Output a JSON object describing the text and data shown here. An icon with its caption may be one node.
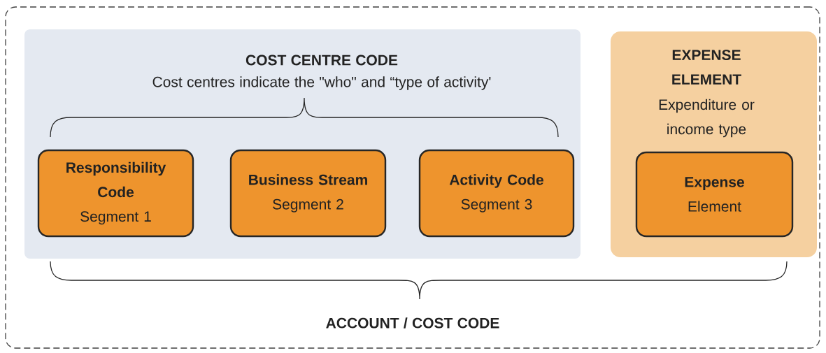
{
  "diagram": {
    "nodes": [
      {
        "text": [
          "ACCOUNT / COST CODE"
        ]
      },
      {
        "text": [
          "COST CENTRE CODE",
          "Cost centres indicate the \"who\" and “type of activity'"
        ],
        "in": 0
      },
      {
        "text": [
          "Responsibility Code",
          "Segment 1"
        ],
        "in": 1
      },
      {
        "text": [
          "Business Stream",
          "Segment 2"
        ],
        "in": 1
      },
      {
        "text": [
          "Activity Code",
          "Segment 3"
        ],
        "in": 1
      },
      {
        "text": [
          "EXPENSE ELEMENT",
          "Expenditure or income type"
        ],
        "in": 0
      },
      {
        "text": [
          "Expense",
          "Element"
        ],
        "in": 5
      }
    ]
  }
}
